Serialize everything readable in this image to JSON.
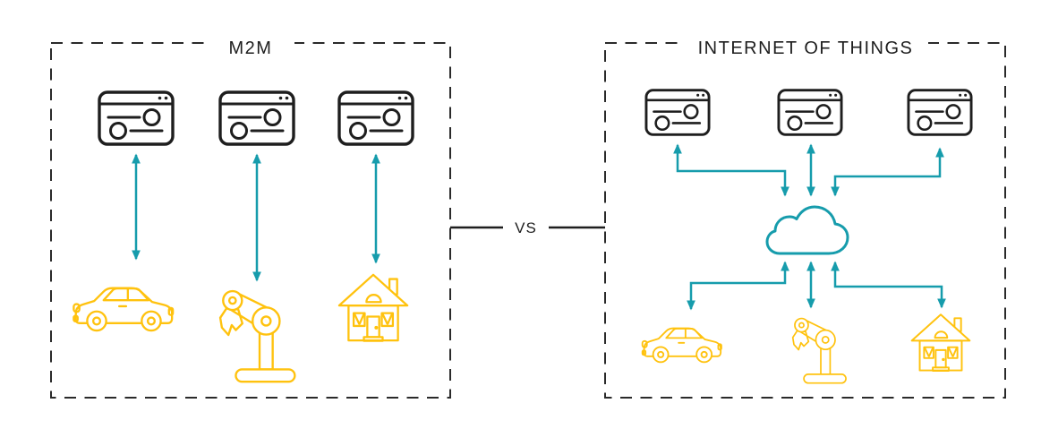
{
  "diagram": {
    "type": "comparison",
    "vs_label": "VS",
    "colors": {
      "ink": "#1E1E1E",
      "dashed_border": "#2A2A2A",
      "teal_arrows": "#169CAC",
      "yellow_things": "#FFC20E",
      "background": "#FFFFFF"
    },
    "panels": {
      "m2m": {
        "title": "M2M",
        "devices": [
          "browser-window-device",
          "browser-window-device",
          "browser-window-device"
        ],
        "things": [
          "car",
          "robot-arm",
          "house"
        ],
        "topology": "point-to-point",
        "connections": [
          {
            "from": "device-1",
            "to": "car",
            "style": "bidirectional-arrow"
          },
          {
            "from": "device-2",
            "to": "robot-arm",
            "style": "bidirectional-arrow"
          },
          {
            "from": "device-3",
            "to": "house",
            "style": "bidirectional-arrow"
          }
        ]
      },
      "iot": {
        "title": "INTERNET OF THINGS",
        "hub": "cloud",
        "devices": [
          "browser-window-device",
          "browser-window-device",
          "browser-window-device"
        ],
        "things": [
          "car",
          "robot-arm",
          "house"
        ],
        "topology": "hub-and-spoke",
        "connections": [
          {
            "from": "device-1",
            "to": "cloud",
            "style": "bidirectional-arrow"
          },
          {
            "from": "device-2",
            "to": "cloud",
            "style": "bidirectional-arrow"
          },
          {
            "from": "device-3",
            "to": "cloud",
            "style": "bidirectional-arrow"
          },
          {
            "from": "cloud",
            "to": "car",
            "style": "bidirectional-arrow"
          },
          {
            "from": "cloud",
            "to": "robot-arm",
            "style": "bidirectional-arrow"
          },
          {
            "from": "cloud",
            "to": "house",
            "style": "bidirectional-arrow"
          }
        ]
      }
    }
  }
}
